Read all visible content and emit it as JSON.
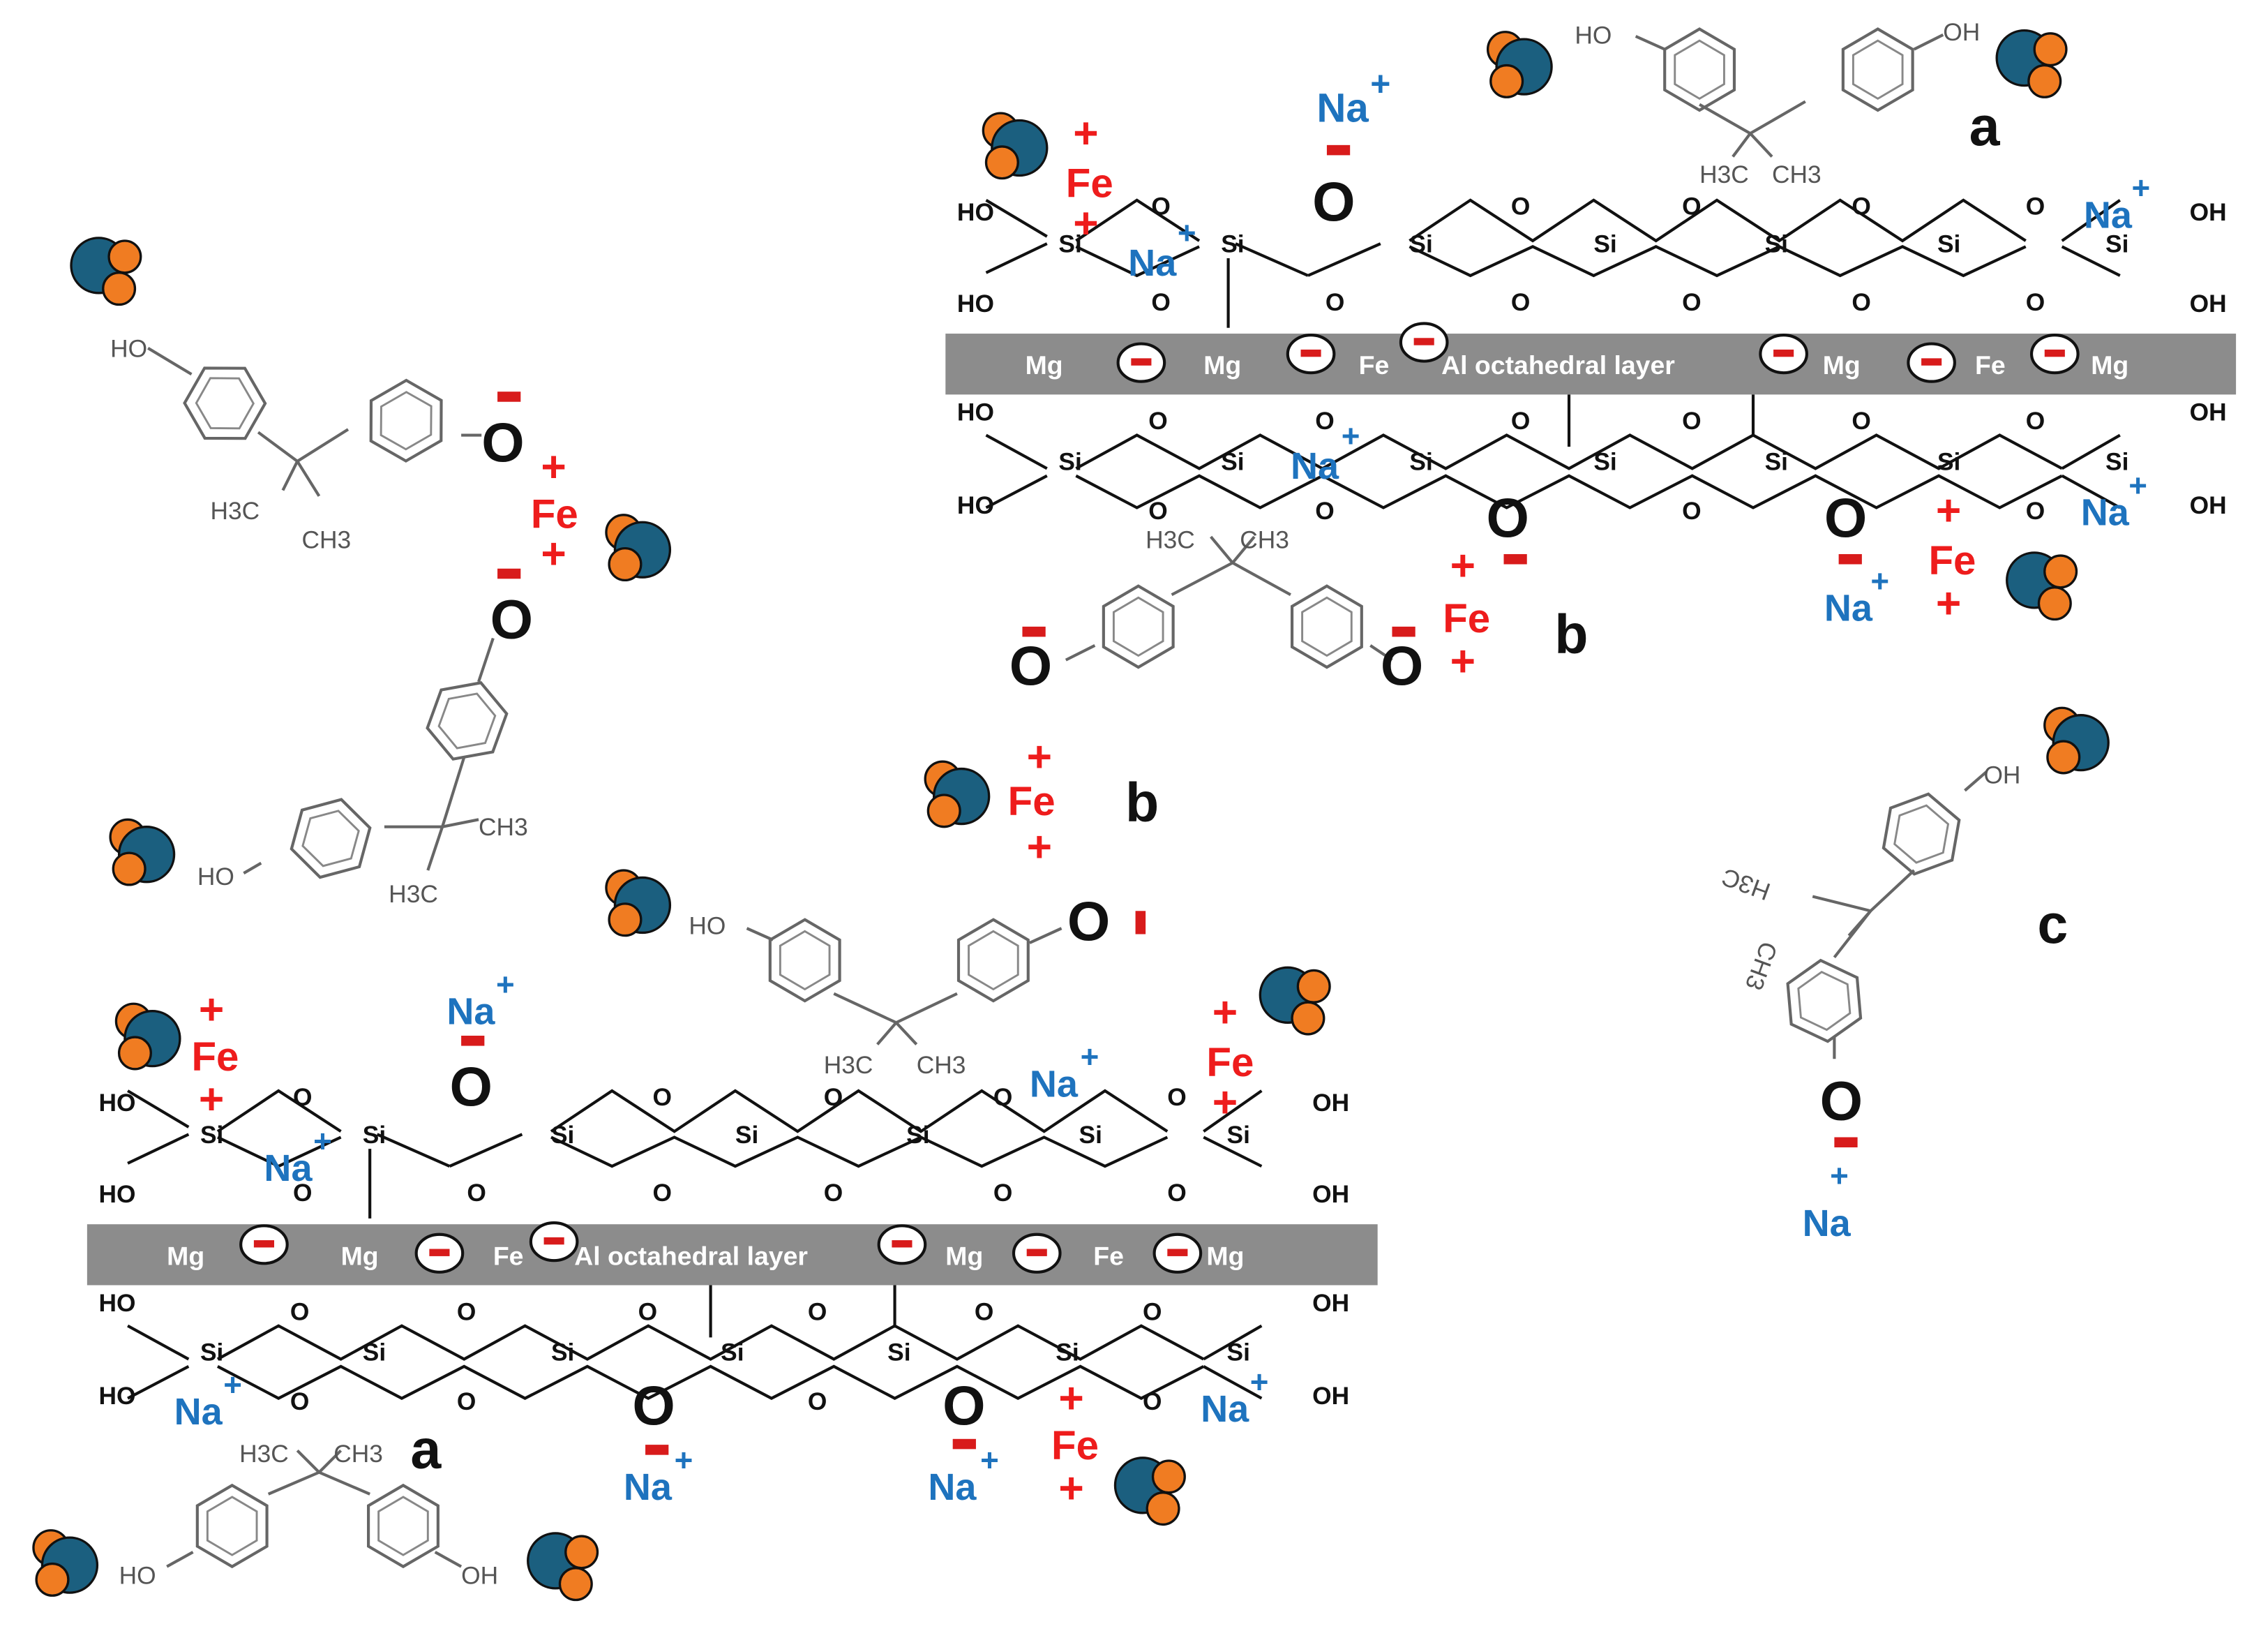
{
  "labels": {
    "a": "a",
    "b": "b",
    "c": "c",
    "hydroxyl": "HO",
    "hydroxyl_right": "OH",
    "h3c": "H3C",
    "ch3": "CH3",
    "oxygen": "O",
    "silicon": "Si",
    "sodium": "Na",
    "iron": "Fe",
    "magnesium": "Mg",
    "octahedral_layer": "Al octahedral layer",
    "plus": "+",
    "minus": "-"
  },
  "colors": {
    "sodium_blue": "#1e73be",
    "iron_red": "#ee1c1c",
    "minus_red": "#d81b1b",
    "layer_gray": "#8c8c8c",
    "molecule_teal": "#1b5f7f",
    "molecule_orange": "#f07c22",
    "bond_black": "#111111",
    "bpa_gray": "#555555"
  },
  "icons": {
    "oxidant_molecule": "teal-sphere-with-two-orange-spheres",
    "anion_badge": "white-oval-with-red-minus"
  }
}
